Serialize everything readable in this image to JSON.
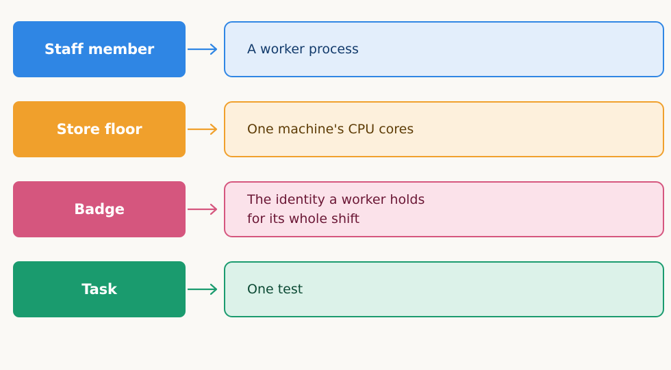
{
  "rows": [
    {
      "label": "Staff member",
      "description": "A worker process",
      "colors": {
        "solid": "#2f86e4",
        "fill": "#e3eefb",
        "text": "#123a6b"
      }
    },
    {
      "label": "Store floor",
      "description": "One machine's CPU cores",
      "colors": {
        "solid": "#f0a02c",
        "fill": "#fdf0dc",
        "text": "#5e3c06"
      }
    },
    {
      "label": "Badge",
      "description": "The identity a worker holds\nfor its whole shift",
      "colors": {
        "solid": "#d5567e",
        "fill": "#fbe2ea",
        "text": "#6a1634"
      }
    },
    {
      "label": "Task",
      "description": "One test",
      "colors": {
        "solid": "#1a9b6e",
        "fill": "#dcf2e9",
        "text": "#0c4a34"
      }
    }
  ]
}
